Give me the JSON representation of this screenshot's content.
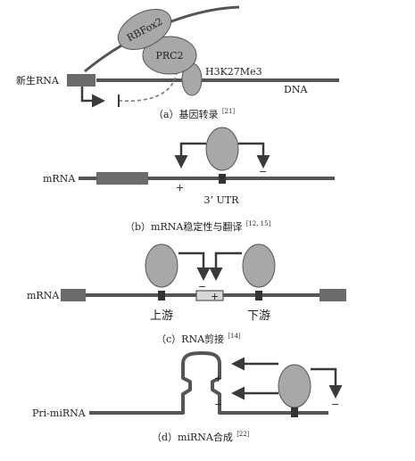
{
  "panel_a": {
    "protein_1": "RBFox2",
    "protein_2": "PRC2",
    "mark": "H3K27Me3",
    "strand_left": "新生RNA",
    "strand_right": "DNA",
    "caption": "（a）基因转录",
    "ref": "［21］"
  },
  "panel_b": {
    "strand_left": "mRNA",
    "plus": "+",
    "minus": "−",
    "region": "3’ UTR",
    "caption": "（b）mRNA稳定性与翻译",
    "ref": "［12, 15］"
  },
  "panel_c": {
    "strand_left": "mRNA",
    "minus": "−",
    "plus": "+",
    "upstream": "上游",
    "downstream": "下游",
    "caption": "（c）RNA剪接",
    "ref": "［14］"
  },
  "panel_d": {
    "strand_left": "Pri-miRNA",
    "plus": "+",
    "minus_left": "−",
    "minus_right": "−",
    "caption": "（d）miRNA合成",
    "ref": "［22］"
  },
  "colors": {
    "strand": "#555555",
    "exon": "#6b6b6b",
    "protein_fill": "#a8a8a8",
    "protein_stroke": "#555555",
    "arrow": "#3a3a3a"
  }
}
